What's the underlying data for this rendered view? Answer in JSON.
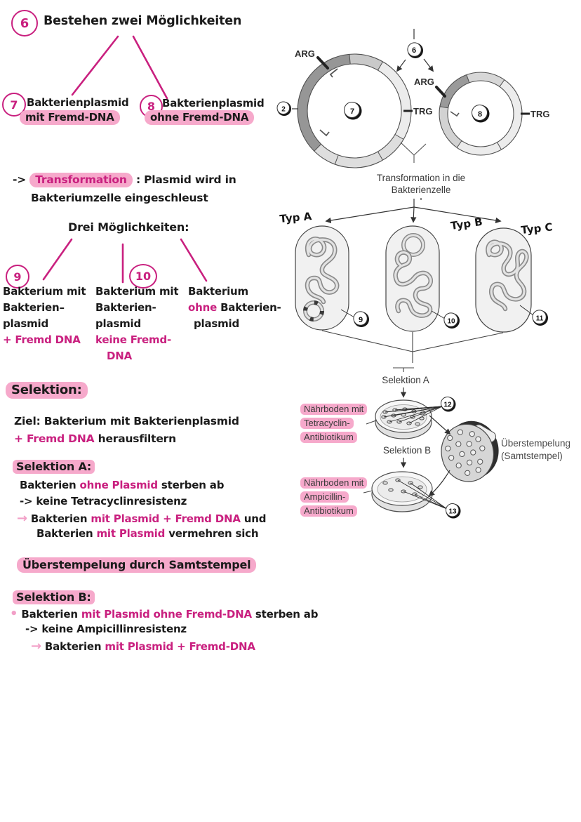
{
  "colors": {
    "magenta": "#c9207f",
    "highlight": "#f6a9cb",
    "arrow_pink": "#f2a0c8",
    "ink": "#1b1b1b",
    "print_gray": "#3c3c3c"
  },
  "notes": {
    "item6": {
      "num": "6",
      "text": "Bestehen zwei Möglichkeiten"
    },
    "item7": {
      "num": "7",
      "title": "Bakterienplasmid",
      "tag": "mit Fremd-DNA"
    },
    "item8": {
      "num": "8",
      "title": "Bakterienplasmid",
      "tag": "ohne Fremd-DNA"
    },
    "transformation": {
      "prefix": "->",
      "keyword": "Transformation",
      "rest": ": Plasmid wird in",
      "line2": "Bakteriumzelle eingeschleust"
    },
    "drei": "Drei Möglichkeiten:",
    "opt1": {
      "num": "9",
      "l1": "Bakterium mit",
      "l2": "Bakterien–",
      "l3": "plasmid",
      "pink": "+ Fremd DNA"
    },
    "opt2": {
      "num": "10",
      "l1": "Bakterium mit",
      "l2": "Bakterien-",
      "l3": "plasmid",
      "pink1": "keine Fremd-",
      "pink2": "DNA"
    },
    "opt3": {
      "l1": "Bakterium",
      "pink": "ohne",
      "l2": "Bakterien-",
      "l3": "plasmid"
    },
    "selektion_heading": "Selektion:",
    "ziel": {
      "l1": "Ziel: Bakterium mit Bakterienplasmid",
      "pink": "+ Fremd DNA",
      "rest": "herausfiltern"
    },
    "sel_a": {
      "heading": "Selektion A:",
      "l1a": "Bakterien",
      "l1b": "ohne Plasmid",
      "l1c": "sterben ab",
      "l2": "-> keine Tetracyclinresistenz",
      "arrow": "→",
      "l3a": "Bakterien",
      "l3b": "mit Plasmid + Fremd DNA",
      "l3c": "und",
      "l4a": "Bakterien",
      "l4b": "mit Plasmid",
      "l4c": "vermehren sich"
    },
    "ueberstempelung": "Überstempelung durch Samtstempel",
    "sel_b": {
      "heading": "Selektion B:",
      "bullet": "•",
      "l1a": "Bakterien",
      "l1b": "mit Plasmid ohne Fremd-DNA",
      "l1c": "sterben ab",
      "l2": "-> keine Ampicillinresistenz",
      "arrow": "→",
      "l3a": "Bakterien",
      "l3b": "mit Plasmid + Fremd-DNA"
    }
  },
  "plasmid_diagram": {
    "b2": "2",
    "b6": "6",
    "b7": "7",
    "b8": "8",
    "arg": "ARG",
    "trg": "TRG",
    "caption1": "Transformation in die",
    "caption2": "Bakterienzelle"
  },
  "bacteria_diagram": {
    "typ_a": "Typ A",
    "typ_b": "Typ B",
    "typ_c": "Typ C",
    "b9": "9",
    "b10": "10",
    "b11": "11"
  },
  "selection_diagram": {
    "step_a": "Selektion A",
    "step_b": "Selektion B",
    "b12": "12",
    "b13": "13",
    "medium1": [
      "Nährboden mit",
      "Tetracyclin-",
      "Antibiotikum"
    ],
    "medium2": [
      "Nährboden mit",
      "Ampicillin-",
      "Antibiotikum"
    ],
    "stamp1": "Überstempelung",
    "stamp2": "(Samtstempel)"
  }
}
